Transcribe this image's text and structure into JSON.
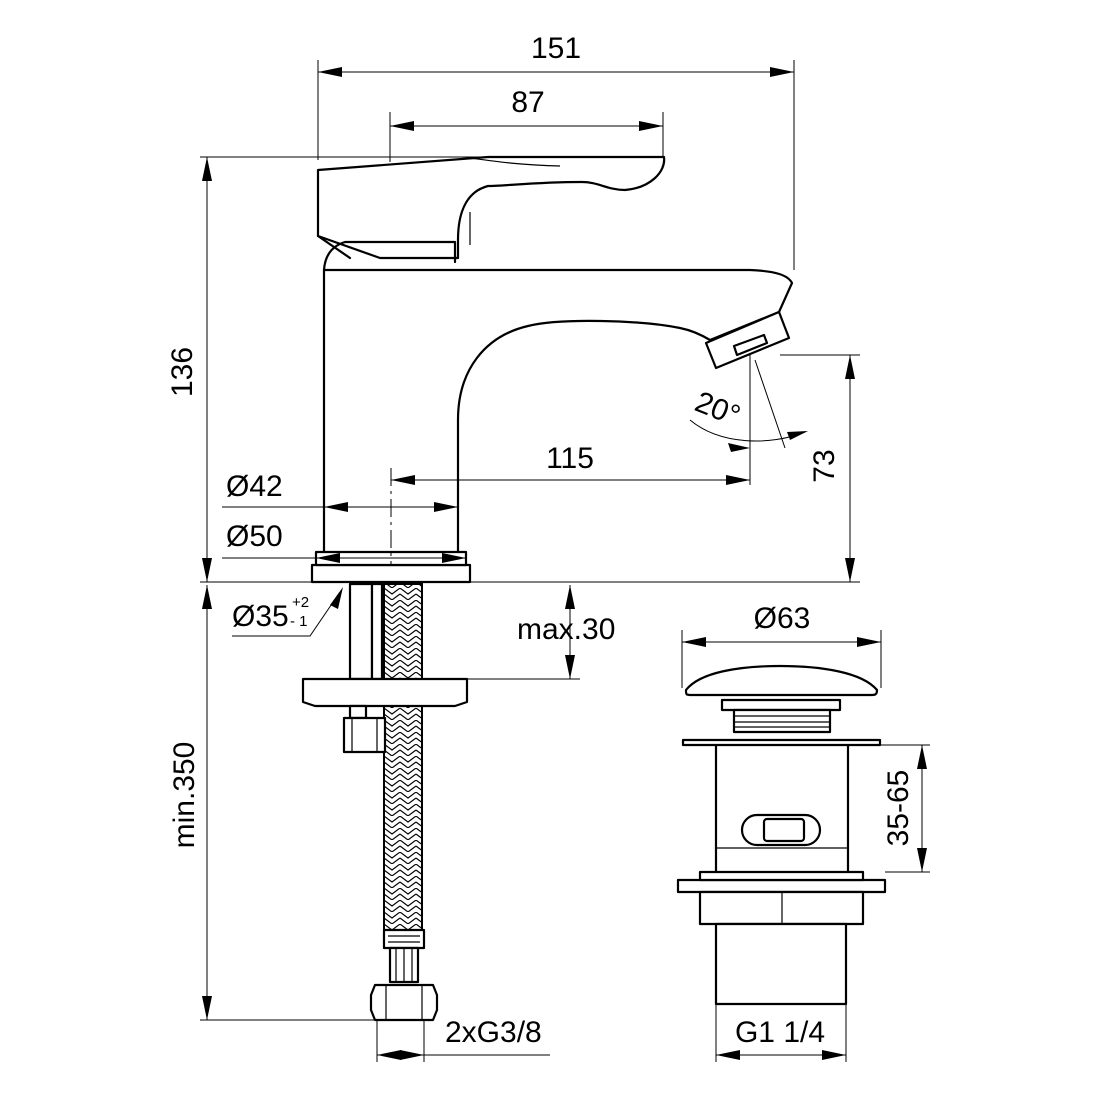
{
  "dimensions": {
    "overall_width": "151",
    "lever_length": "87",
    "overall_height": "136",
    "spout_projection": "115",
    "spout_height": "73",
    "aerator_angle": "20°",
    "body_diameter": "Ø42",
    "base_diameter": "Ø50",
    "hole_diameter": "Ø35",
    "hole_tolerance_plus": "+2",
    "hole_tolerance_minus": "- 1",
    "max_deck_thickness": "max.30",
    "min_hose_length": "min.350",
    "connections": "2xG3/8"
  },
  "waste": {
    "cap_diameter": "Ø63",
    "adjust_range": "35-65",
    "thread": "G1 1/4"
  }
}
